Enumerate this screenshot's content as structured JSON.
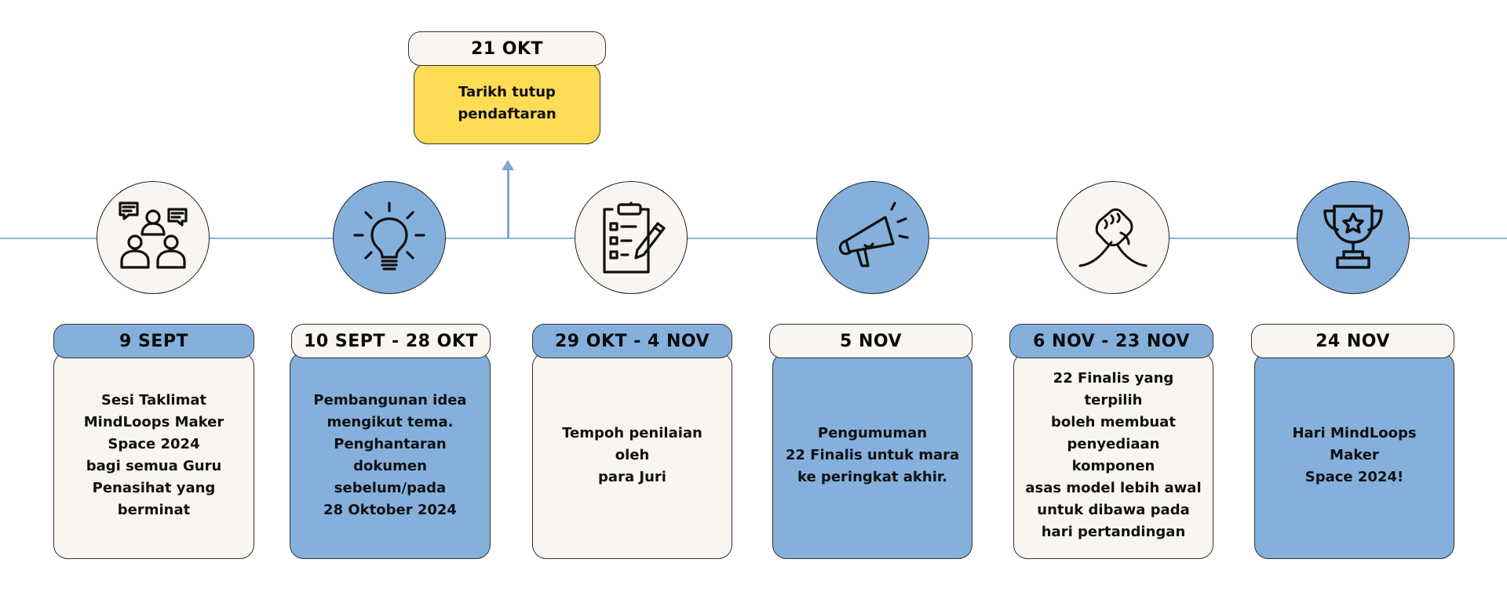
{
  "colors": {
    "cream": "#f9f5f1",
    "blue": "#85b0dc",
    "yellow": "#ffdc55",
    "line": "#8fb3d6"
  },
  "top_event": {
    "date": "21 OKT",
    "text": "Tarikh tutup\npendaftaran"
  },
  "events": [
    {
      "date": "9 SEPT",
      "text": "Sesi Taklimat\nMindLoops Maker\nSpace 2024\nbagi semua Guru\nPenasihat yang\nberminat",
      "icon": "meeting-icon"
    },
    {
      "date": "10 SEPT - 28 OKT",
      "text": "Pembangunan idea\nmengikut tema.\nPenghantaran\ndokumen\nsebelum/pada\n28 Oktober 2024",
      "icon": "lightbulb-icon"
    },
    {
      "date": "29 OKT - 4 NOV",
      "text": "Tempoh penilaian oleh\npara Juri",
      "icon": "clipboard-checklist-icon"
    },
    {
      "date": "5 NOV",
      "text": "Pengumuman\n22 Finalis untuk mara\nke peringkat akhir.",
      "icon": "megaphone-icon"
    },
    {
      "date": "6 NOV - 23 NOV",
      "text": "22 Finalis yang terpilih\nboleh membuat\npenyediaan komponen\nasas model lebih awal\nuntuk dibawa pada\nhari pertandingan",
      "icon": "handshake-icon"
    },
    {
      "date": "24 NOV",
      "text": "Hari MindLoops Maker\nSpace 2024!",
      "icon": "trophy-icon"
    }
  ]
}
